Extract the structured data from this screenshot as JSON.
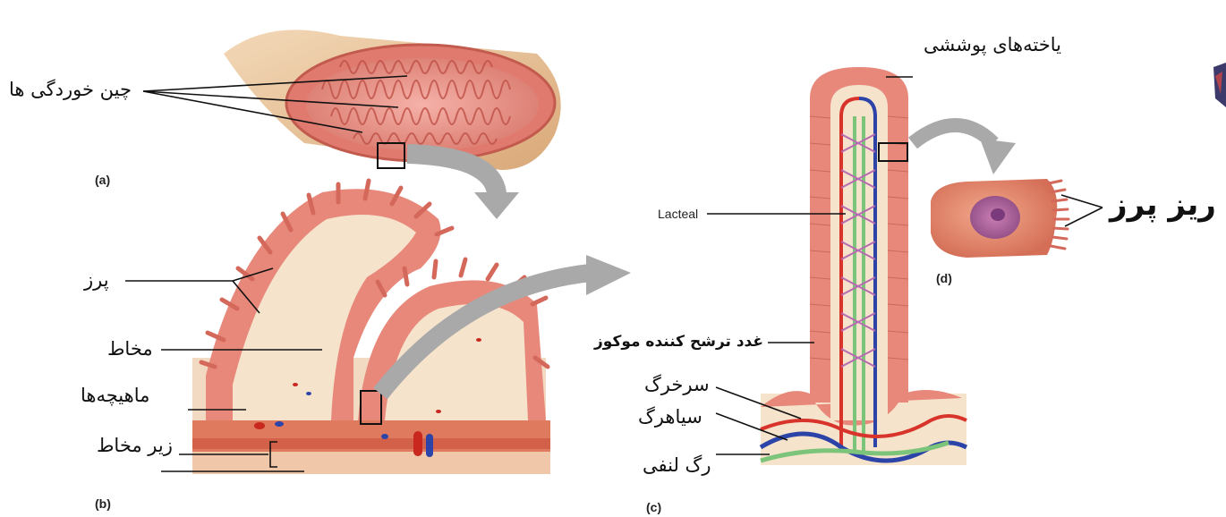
{
  "panels": {
    "a": "(a)",
    "b": "(b)",
    "c": "(c)",
    "d": "(d)"
  },
  "labels": {
    "folds": "چین خوردگی ها",
    "villi": "پرز",
    "mucosa": "مخاط",
    "muscles": "ماهیچه‌ها",
    "submucosa": "زیر مخاط",
    "epithelial_cells": "یاخته‌های پوششی",
    "lacteal": "Lacteal",
    "mucus_gland": "غدد ترشح کننده موکوز",
    "artery": "سرخرگ",
    "vein": "سیاهرگ",
    "lymph_vessel": "رگ لنفی",
    "microvilli": "ریز پرز"
  },
  "colors": {
    "tissue": "#e8887a",
    "tissue_dark": "#c96a5c",
    "core": "#f6e3cc",
    "artery": "#d8342b",
    "vein": "#2c44a8",
    "lymph": "#7cc47a",
    "arrow": "#a9a9a9"
  }
}
